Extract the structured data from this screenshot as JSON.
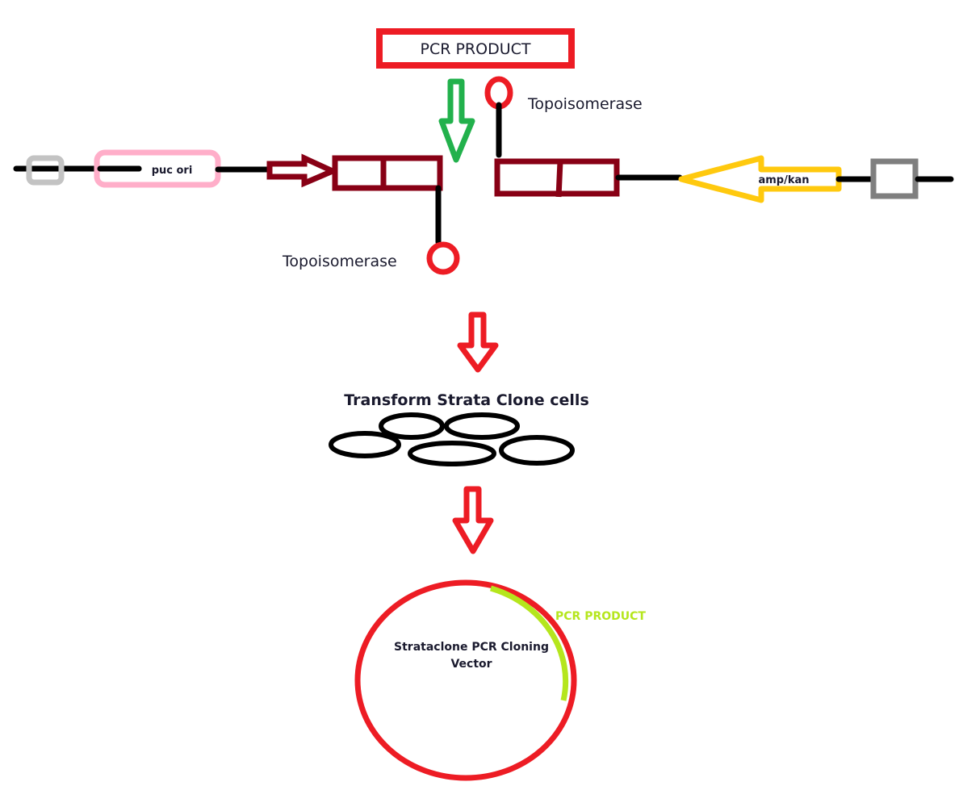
{
  "title_box": {
    "label": "PCR PRODUCT"
  },
  "labels": {
    "topo_top": "Topoisomerase",
    "topo_bottom": "Topoisomerase",
    "puc_ori": "puc ori",
    "amp_kan": "amp/kan",
    "transform": "Transform Strata Clone cells",
    "vector": [
      "Strataclone PCR Cloning",
      "Vector"
    ],
    "pcr_insert": "PCR PRODUCT"
  },
  "colors": {
    "red": "#ed1c24",
    "dark_red": "#880015",
    "green": "#22b14c",
    "yellow": "#ffc90e",
    "pink": "#ffaec9",
    "light_gray": "#c3c3c3",
    "gray": "#7f7f7f",
    "lime": "#b5e61d",
    "black": "#000000"
  }
}
